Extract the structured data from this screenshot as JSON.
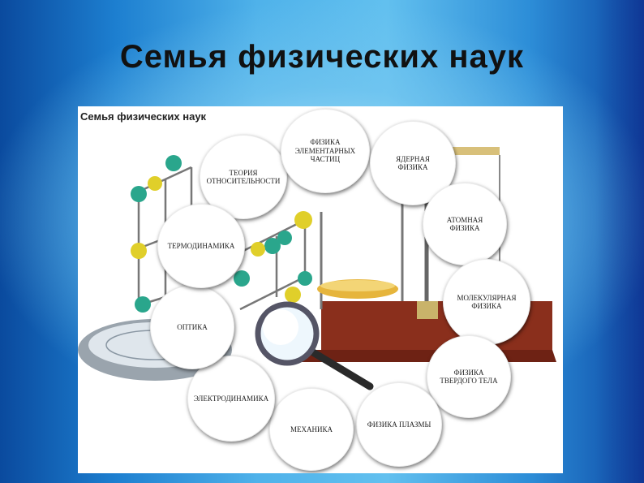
{
  "slide": {
    "title": "Семья физических наук"
  },
  "panel": {
    "title": "Семья физических наук"
  },
  "fields": [
    {
      "id": "relativity",
      "label": "Теория\nотносительности"
    },
    {
      "id": "elementary",
      "label": "Физика\nэлементарных\nчастиц"
    },
    {
      "id": "nuclear",
      "label": "Ядерная\nфизика"
    },
    {
      "id": "atomic",
      "label": "Атомная\nфизика"
    },
    {
      "id": "molecular",
      "label": "Молекулярная\nфизика"
    },
    {
      "id": "solid",
      "label": "Физика\nтвердого тела"
    },
    {
      "id": "plasma",
      "label": "Физика плазмы"
    },
    {
      "id": "mechanics",
      "label": "Механика"
    },
    {
      "id": "electrodynamics",
      "label": "Электродинамика"
    },
    {
      "id": "optics",
      "label": "Оптика"
    },
    {
      "id": "thermodynamics",
      "label": "Термодинамика"
    }
  ],
  "colors": {
    "atom_green": "#2aa68c",
    "atom_yellow": "#e0cf2a",
    "pan_gold": "#e6b53c",
    "scale_wood": "#9a3a24"
  }
}
